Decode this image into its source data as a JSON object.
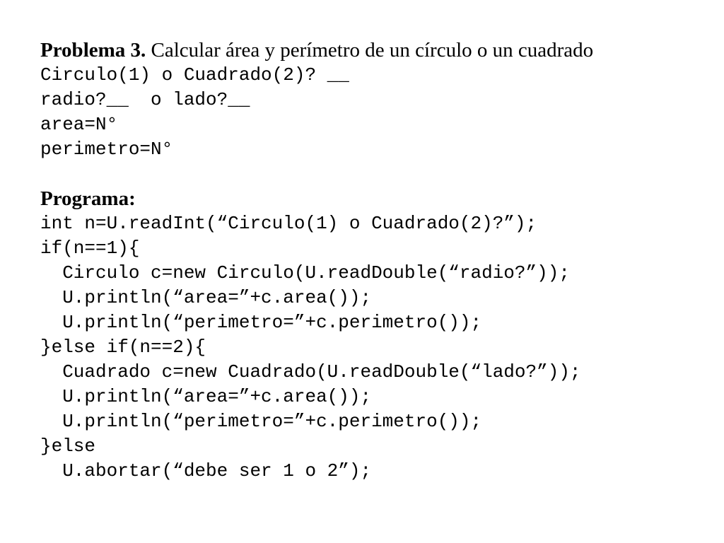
{
  "problem": {
    "heading_bold": "Problema 3.",
    "heading_text": " Calcular área y perímetro de un círculo o un cuadrado",
    "prompt_lines": [
      "Circulo(1) o Cuadrado(2)? __",
      "radio?__  o lado?__",
      "area=N°",
      "perimetro=N°"
    ]
  },
  "program": {
    "heading": "Programa:",
    "code_lines": [
      "int n=U.readInt(“Circulo(1) o Cuadrado(2)?”);",
      "if(n==1){",
      "  Circulo c=new Circulo(U.readDouble(“radio?”));",
      "  U.println(“area=”+c.area());",
      "  U.println(“perimetro=”+c.perimetro());",
      "}else if(n==2){",
      "  Cuadrado c=new Cuadrado(U.readDouble(“lado?”));",
      "  U.println(“area=”+c.area());",
      "  U.println(“perimetro=”+c.perimetro());",
      "}else",
      "  U.abortar(“debe ser 1 o 2”);"
    ]
  }
}
